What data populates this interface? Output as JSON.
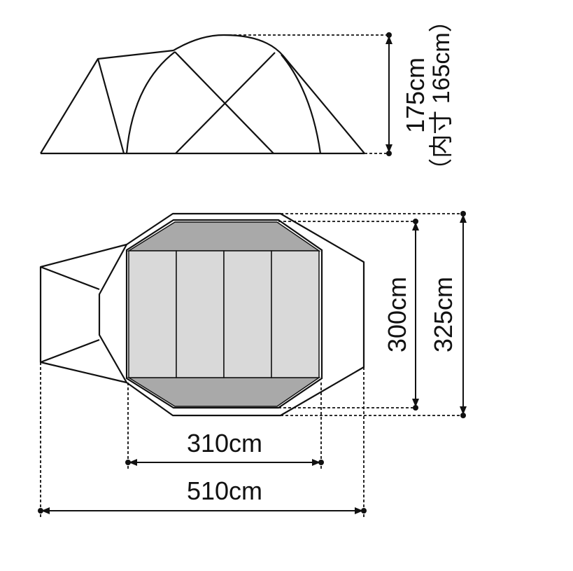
{
  "labels": {
    "height_total": "175cm",
    "height_inner": "（内寸 165cm）",
    "inner_depth": "300cm",
    "outer_depth": "325cm",
    "inner_width": "310cm",
    "outer_width": "510cm"
  },
  "colors": {
    "line": "#111111",
    "floor_dark": "#a9a9a9",
    "floor_light": "#d9d9d9",
    "background": "#ffffff"
  }
}
